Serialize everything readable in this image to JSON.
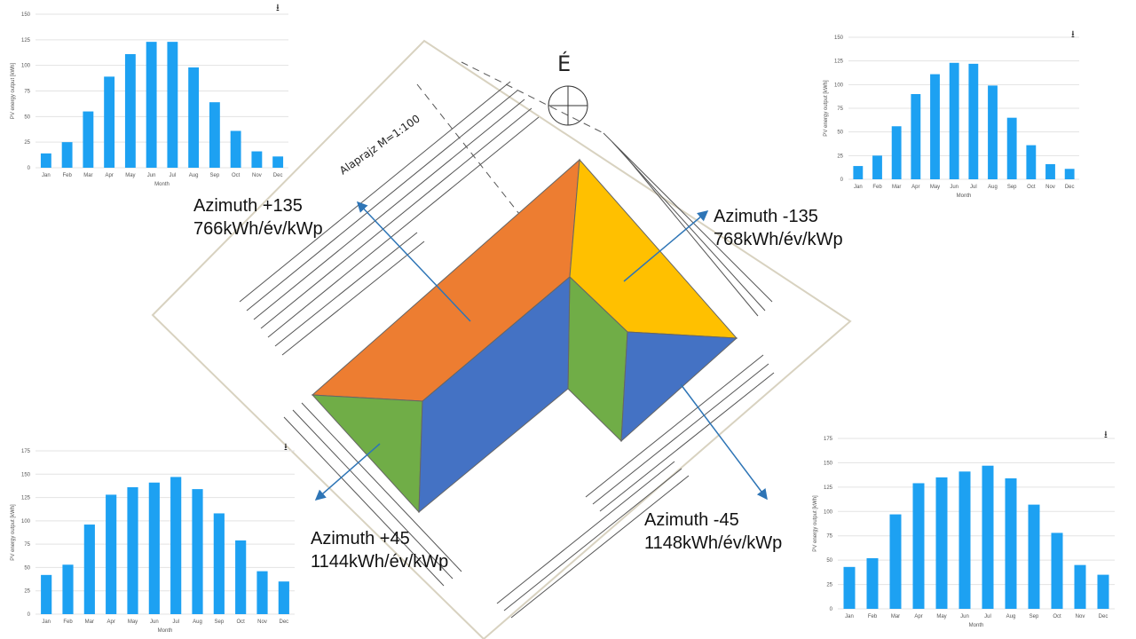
{
  "plan": {
    "north_label": "É",
    "title": "Alaprajz M=1:100"
  },
  "captions": [
    {
      "azimuth": "Azimuth +135",
      "yield": "766kWh/év/kWp"
    },
    {
      "azimuth": "Azimuth -135",
      "yield": "768kWh/év/kWp"
    },
    {
      "azimuth": "Azimuth +45",
      "yield": "1144kWh/év/kWp"
    },
    {
      "azimuth": "Azimuth -45",
      "yield": "1148kWh/év/kWp"
    }
  ],
  "colors": {
    "bar": "#1da1f2",
    "roof_orange": "#ed7d31",
    "roof_yellow": "#ffc000",
    "roof_green": "#70ad47",
    "roof_blue": "#4472c4"
  },
  "chart_data": [
    {
      "type": "bar",
      "categories": [
        "Jan",
        "Feb",
        "Mar",
        "Apr",
        "May",
        "Jun",
        "Jul",
        "Aug",
        "Sep",
        "Oct",
        "Nov",
        "Dec"
      ],
      "values": [
        14,
        25,
        55,
        89,
        111,
        123,
        123,
        98,
        64,
        36,
        16,
        11
      ],
      "xlabel": "Month",
      "ylabel": "PV energy output [kWh]",
      "ylim": [
        0,
        150
      ],
      "yticks": [
        0,
        25,
        50,
        75,
        100,
        125,
        150
      ],
      "grid": true
    },
    {
      "type": "bar",
      "categories": [
        "Jan",
        "Feb",
        "Mar",
        "Apr",
        "May",
        "Jun",
        "Jul",
        "Aug",
        "Sep",
        "Oct",
        "Nov",
        "Dec"
      ],
      "values": [
        14,
        25,
        56,
        90,
        111,
        123,
        122,
        99,
        65,
        36,
        16,
        11
      ],
      "xlabel": "Month",
      "ylabel": "PV energy output [kWh]",
      "ylim": [
        0,
        150
      ],
      "yticks": [
        0,
        25,
        50,
        75,
        100,
        125,
        150
      ],
      "grid": true
    },
    {
      "type": "bar",
      "categories": [
        "Jan",
        "Feb",
        "Mar",
        "Apr",
        "May",
        "Jun",
        "Jul",
        "Aug",
        "Sep",
        "Oct",
        "Nov",
        "Dec"
      ],
      "values": [
        42,
        53,
        96,
        128,
        136,
        141,
        147,
        134,
        108,
        79,
        46,
        35
      ],
      "xlabel": "Month",
      "ylabel": "PV energy output [kWh]",
      "ylim": [
        0,
        175
      ],
      "yticks": [
        0,
        25,
        50,
        75,
        100,
        125,
        150,
        175
      ],
      "grid": true
    },
    {
      "type": "bar",
      "categories": [
        "Jan",
        "Feb",
        "Mar",
        "Apr",
        "May",
        "Jun",
        "Jul",
        "Aug",
        "Sep",
        "Oct",
        "Nov",
        "Dec"
      ],
      "values": [
        43,
        52,
        97,
        129,
        135,
        141,
        147,
        134,
        107,
        78,
        45,
        35
      ],
      "xlabel": "Month",
      "ylabel": "PV energy output [kWh]",
      "ylim": [
        0,
        175
      ],
      "yticks": [
        0,
        25,
        50,
        75,
        100,
        125,
        150,
        175
      ],
      "grid": true
    }
  ]
}
